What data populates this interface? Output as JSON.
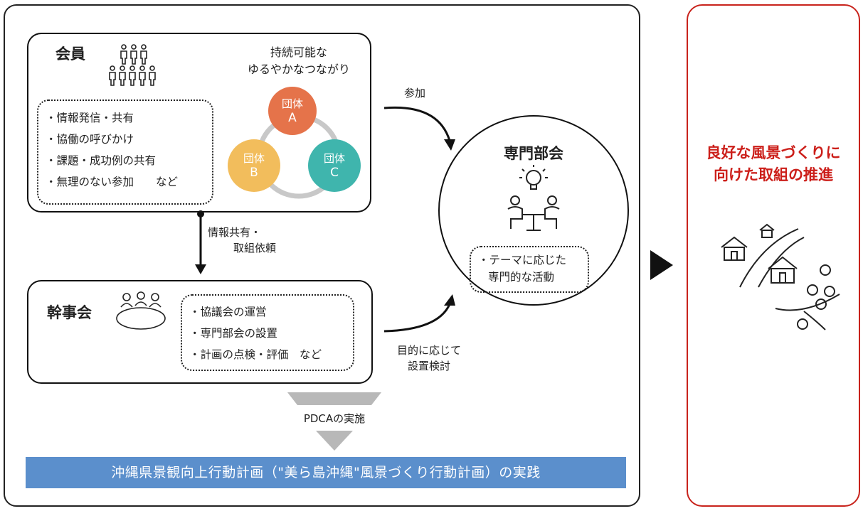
{
  "members": {
    "title": "会員",
    "items": [
      "・情報発信・共有",
      "・協働の呼びかけ",
      "・課題・成功例の共有",
      "・無理のない参加　　など"
    ],
    "connection_label_1": "持続可能な",
    "connection_label_2": "ゆるやかなつながり",
    "groups": [
      {
        "line1": "団体",
        "line2": "A",
        "color": "#e5734a"
      },
      {
        "line1": "団体",
        "line2": "B",
        "color": "#f2bd5c"
      },
      {
        "line1": "団体",
        "line2": "C",
        "color": "#3fb5ad"
      }
    ]
  },
  "secretariat": {
    "title": "幹事会",
    "items": [
      "・協議会の運営",
      "・専門部会の設置",
      "・計画の点検・評価　など"
    ]
  },
  "committee": {
    "title": "専門部会",
    "items": [
      "・テーマに応じた",
      "専門的な活動"
    ]
  },
  "arrows": {
    "participate": "参加",
    "info_share_1": "情報共有・",
    "info_share_2": "取組依頼",
    "purpose_1": "目的に応じて",
    "purpose_2": "設置検討",
    "pdca": "PDCAの実施"
  },
  "banner": "沖縄県景観向上行動計画（\"美ら島沖縄\"風景づくり行動計画）の実践",
  "result": {
    "line1": "良好な風景づくりに",
    "line2": "向けた取組の推進"
  },
  "colors": {
    "banner": "#5b8fcc",
    "result_text": "#cc1f1a",
    "result_border": "#c8231c"
  }
}
